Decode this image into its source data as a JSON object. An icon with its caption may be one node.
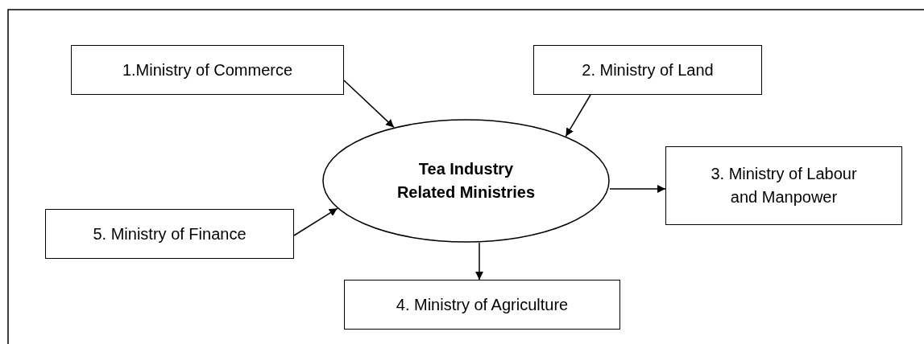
{
  "diagram": {
    "nodes": [
      {
        "text": [
          "1.Ministry of Commerce"
        ]
      },
      {
        "text": [
          "2. Ministry of Land"
        ]
      },
      {
        "text": [
          "Tea Industry Related Ministries"
        ]
      },
      {
        "text": [
          "3. Ministry of Labour and Manpower"
        ]
      },
      {
        "text": [
          "5. Ministry of Finance"
        ]
      },
      {
        "text": [
          "4. Ministry of Agriculture"
        ]
      }
    ],
    "edges": [
      {
        "from": 0,
        "to": 2,
        "arrow": "to"
      },
      {
        "from": 1,
        "to": 2,
        "arrow": "to"
      },
      {
        "from": 2,
        "to": 3,
        "arrow": "to"
      },
      {
        "from": 4,
        "to": 2,
        "arrow": "to"
      },
      {
        "from": 2,
        "to": 5,
        "arrow": "to"
      }
    ]
  }
}
